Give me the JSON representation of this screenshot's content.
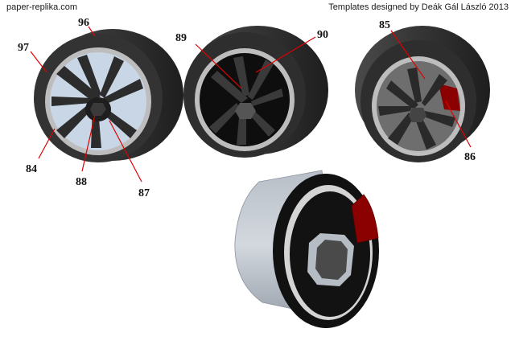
{
  "header": {
    "site": "paper-replika.com",
    "credit": "Templates designed by Deák Gál László 2013"
  },
  "callouts": {
    "c96": "96",
    "c97": "97",
    "c84": "84",
    "c88": "88",
    "c87": "87",
    "c89": "89",
    "c90": "90",
    "c85": "85",
    "c86": "86"
  },
  "colors": {
    "tire": "#3a3a3a",
    "tire_dark": "#1c1c1c",
    "rim_lip": "#bdbdbd",
    "spokes": "#2c2c2c",
    "face_light": "#c9d6e6",
    "brake": "#8b0000",
    "leader": "#e00000"
  }
}
